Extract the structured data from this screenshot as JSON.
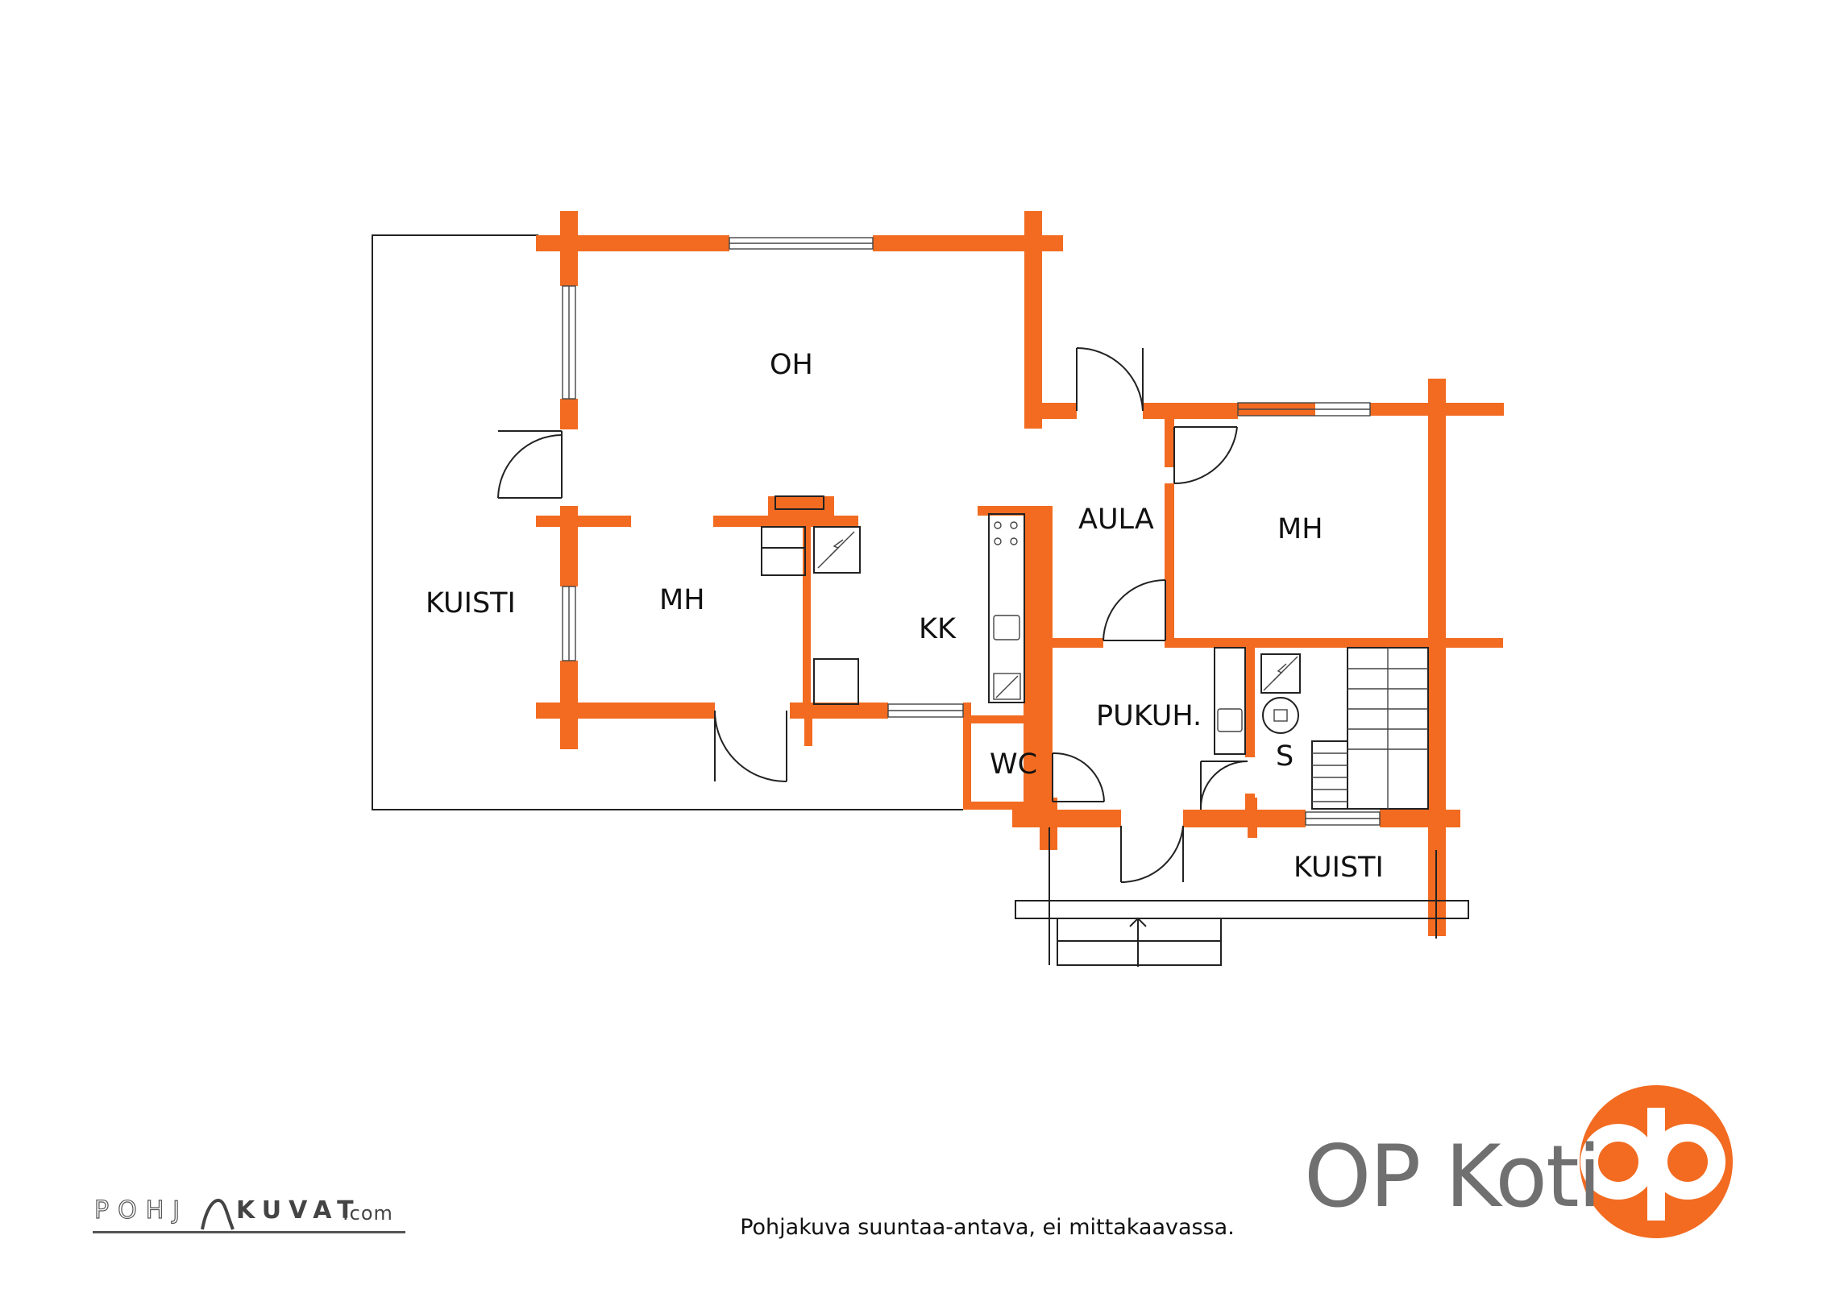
{
  "rooms": {
    "oh": "OH",
    "mh_left": "MH",
    "kuisti_left": "KUISTI",
    "kk": "KK",
    "aula": "AULA",
    "mh_right": "MH",
    "pukuh": "PUKUH.",
    "wc": "WC",
    "s": "S",
    "kuisti_bottom": "KUISTI"
  },
  "brand": {
    "name": "OP Koti",
    "logo_color": "#f26b21"
  },
  "disclaimer": "Pohjakuva suuntaa-antava, ei mittakaavassa.",
  "watermark": {
    "part1": "POHJ",
    "part2": "KUVAT",
    "part3": ".com"
  },
  "colors": {
    "wall": "#f26b21",
    "line": "#222222",
    "brand_text": "#707070"
  }
}
